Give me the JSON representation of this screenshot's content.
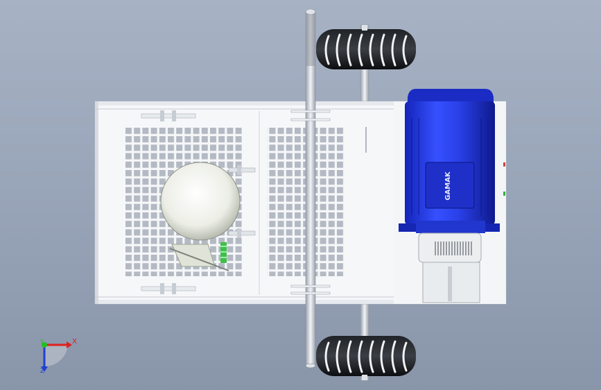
{
  "viewport": {
    "background_top": "#a6b2c4",
    "background_bottom": "#8a96aa",
    "brand_label": "GAMAK",
    "colors": {
      "motor_blue": "#2238d8",
      "frame_white": "#f4f6f8",
      "tire_black": "#101214",
      "axis_x": "#e02020",
      "axis_y": "#20c020",
      "axis_z": "#2040d0"
    }
  },
  "triad": {
    "x_label": "X",
    "y_label": "Y",
    "z_label": "Z"
  }
}
